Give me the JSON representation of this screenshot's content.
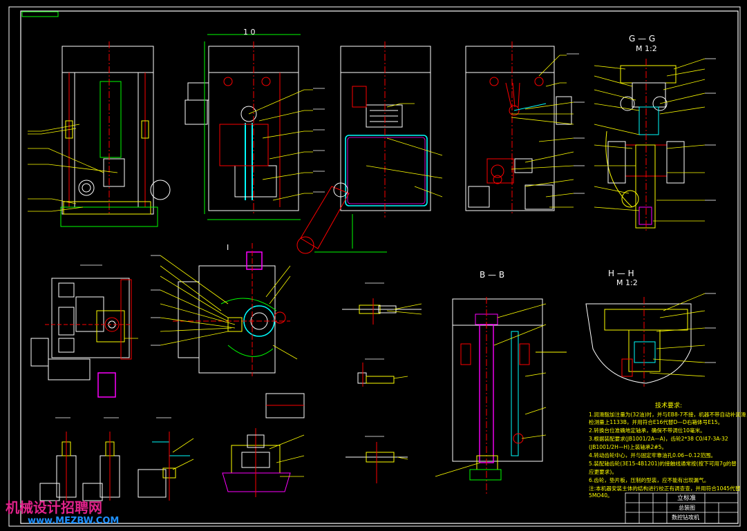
{
  "section_labels": {
    "gg": "G — G",
    "gg_scale": "M 1:2",
    "bb": "B — B",
    "hh": "H — H",
    "hh_scale": "M 1:2",
    "top_dim": "1 0",
    "mid_label": "I"
  },
  "tech_notes": {
    "title": "技术要求:",
    "lines": [
      "1.润滑脂加注量为(32油)时，并与EB8-7不接，机器不带自动补润滑，",
      "  检测量上1133B，并用符合E16代替D—D右箱体号E15。",
      "2.转换台位准确地定轴承，确保不带调位10毫米。",
      "3.根据装配要求(JB1001/2A—A)，齿轮2*38 C0/47-3A-32",
      "  (JB1001/2H—H)上装轴承2#5。",
      "4.转动齿轮中心，并与固定牢靠油孔0.06~0.12范围。",
      "5.装配轴齿轮(3E15-4B1201)的接触线通常按(按下可用7g的替",
      "  应更要求)。",
      "6.齿轮，垫片板，压制的型装，应不能有出现漏气。",
      "注:本机器安装主体的结构进行校正有调查查，并用符合1045代替",
      "5MO40。"
    ]
  },
  "title_block": {
    "name": "立标准",
    "sub1": "总装图",
    "sub2": "数控钻攻机"
  },
  "watermark": {
    "cn": "机械设计招聘网",
    "url": "www.MEZBW.COM"
  },
  "colors": {
    "background": "#000000",
    "frame": "#ffffff",
    "main_line": "#ffffff",
    "leader": "#ffff00",
    "dimension": "#00ff00",
    "center_line": "#ff0000",
    "hidden": "#00ffff",
    "magenta": "#ff00ff",
    "watermark_cn": "#e0228a",
    "watermark_url": "#1e90ff"
  }
}
